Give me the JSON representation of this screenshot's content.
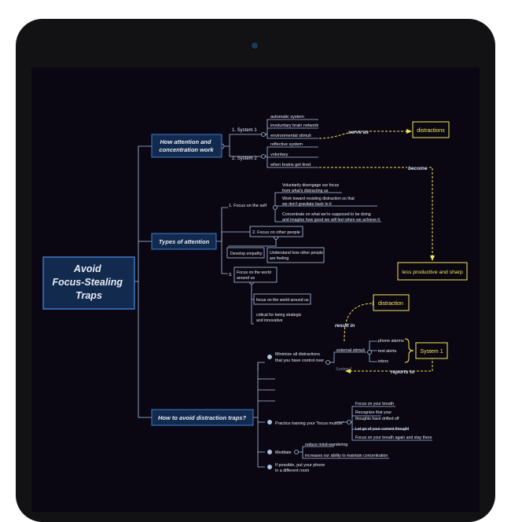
{
  "colors": {
    "screen_bg": "#0a0612",
    "node_fill": "#132a4f",
    "node_border": "#3f7fd0",
    "line": "#a9c4e6",
    "text": "#e6ecf5",
    "accent_yellow": "#f2e85a"
  },
  "central": {
    "line1": "Avoid",
    "line2": "Focus-Stealing",
    "line3": "Traps"
  },
  "branch_attention": {
    "line1": "How attention and",
    "line2": "concentration work",
    "system1": "1.   System 1",
    "system2": "2.   System 2",
    "s1_items": [
      "automatic system",
      "involuntary brain network",
      "environmental stimuli"
    ],
    "s2_items": [
      "reflective system",
      "voluntary",
      "when brains get tired"
    ],
    "serve_as": "serve as",
    "distractions": "distractions",
    "become": "become",
    "less_productive": "less productive and sharp"
  },
  "branch_types": {
    "label": "Types of attention",
    "self": "1.   Focus on the self",
    "self_items": [
      [
        "Voluntarily disengage our focus",
        "from what's distracting us"
      ],
      [
        "Work toward resisting distraction so that",
        "we don't gravitate back to it"
      ],
      [
        "Concentrate on what we're supposed to be doing",
        "and imagine how good we will feel when we achieve it"
      ]
    ],
    "others": "2.   Focus on other people",
    "develop_empathy": "Develop empathy",
    "understand": [
      "Understand how other people",
      "are feeling"
    ],
    "world": [
      "Focus on the world",
      "around us"
    ],
    "world_num": "3.",
    "world_items": [
      "focus on the world around us",
      "critical for being strategic",
      "and innovative"
    ]
  },
  "branch_avoid": {
    "label": "How to avoid distraction traps?",
    "minimize": [
      "Minimize all distractions",
      "that you have control over"
    ],
    "external": "external stimuli",
    "ext_items": [
      "phone alarms",
      "text alerts",
      "inbox"
    ],
    "system1": "System 1",
    "reports_to": "reports to",
    "result_in": "result in",
    "distraction": "distraction",
    "system2": "System 2",
    "practice": "Practice training your \"focus muscle\"",
    "practice_items": [
      "Focus on your breath",
      [
        "Recognize that your",
        "thoughts have drifted off"
      ],
      "Let go of your current thought",
      "Focus on your breath again and stay there"
    ],
    "meditate": "Meditate",
    "meditate_items": [
      "reduce mind-wandering",
      "increases our ability to maintain concentration"
    ],
    "phone": [
      "If possible, put your phone",
      "in a different room"
    ]
  }
}
